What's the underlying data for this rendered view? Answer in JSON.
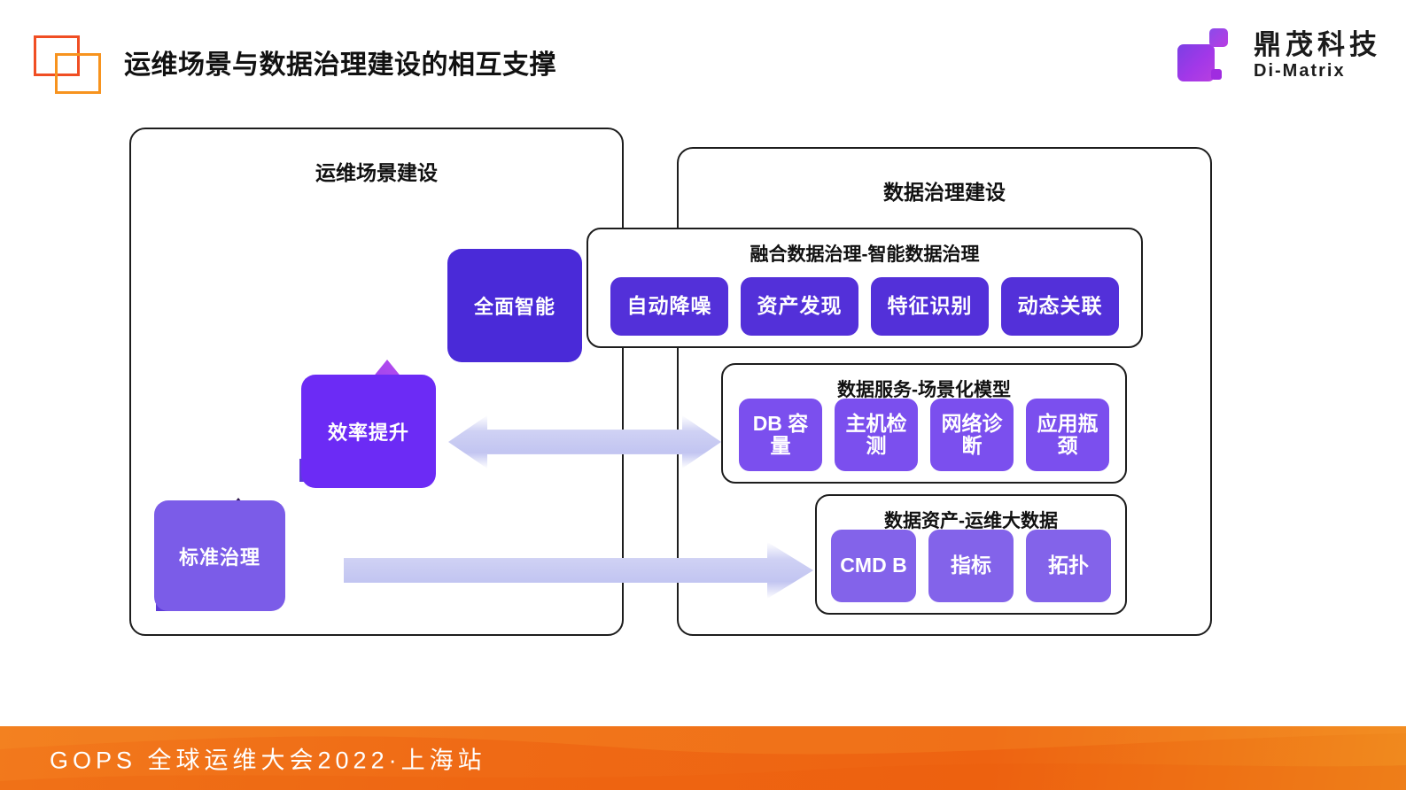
{
  "header": {
    "title": "运维场景与数据治理建设的相互支撑",
    "deco_icon_a": "square-outline-red-icon",
    "deco_icon_b": "square-outline-orange-icon",
    "colors": {
      "deco_red": "#f04e23",
      "deco_orange": "#f7931e"
    }
  },
  "logo": {
    "mark_icon": "di-matrix-logo-icon",
    "name_cn": "鼎茂科技",
    "name_en": "Di-Matrix",
    "colors": {
      "purple_start": "#7b3fe4",
      "purple_end": "#b83fe0"
    }
  },
  "diagram": {
    "left_panel": {
      "title": "运维场景建设",
      "stages": [
        {
          "label": "标准治理",
          "color": "#7b5ce8"
        },
        {
          "label": "效率提升",
          "color": "#6c2bf5"
        },
        {
          "label": "全面智能",
          "color": "#4a2ad8"
        }
      ],
      "arrow_icons": [
        "stair-up-arrow-icon",
        "stair-up-arrow-icon"
      ]
    },
    "right_panel": {
      "title": "数据治理建设",
      "groups": [
        {
          "title": "融合数据治理-智能数据治理",
          "chip_color": "#5330d9",
          "chips": [
            "自动降噪",
            "资产发现",
            "特征识别",
            "动态关联"
          ]
        },
        {
          "title": "数据服务-场景化模型",
          "chip_color": "#7b4fee",
          "chips": [
            "DB 容量",
            "主机检 测",
            "网络诊 断",
            "应用瓶 颈"
          ]
        },
        {
          "title": "数据资产-运维大数据",
          "chip_color": "#8363ea",
          "chips": [
            "CMD B",
            "指标",
            "拓扑"
          ]
        }
      ]
    },
    "connectors": [
      {
        "icon": "double-headed-arrow-icon",
        "direction": "both",
        "color": "#c6c8f2"
      },
      {
        "icon": "right-arrow-icon",
        "direction": "right",
        "color": "#c6c8f2"
      }
    ]
  },
  "footer": {
    "text": "GOPS 全球运维大会2022·上海站",
    "color": "#ef6a15"
  }
}
